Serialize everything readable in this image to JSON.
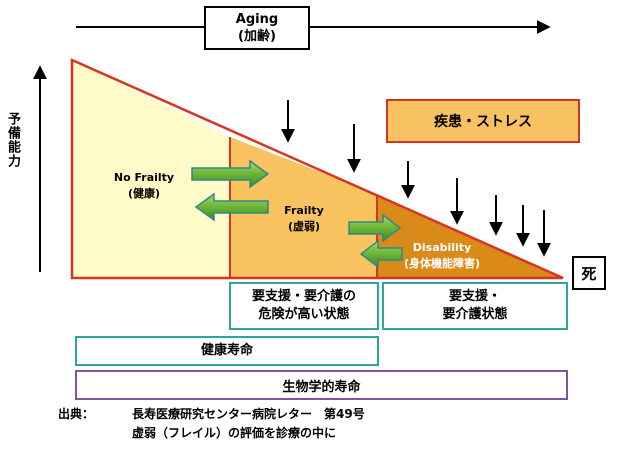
{
  "x_axis": {
    "label_en": "Aging",
    "label_ja": "(加齢)"
  },
  "y_axis": {
    "label": "予備能力"
  },
  "stages": [
    {
      "name_en": "No Frailty",
      "name_ja": "(健康)"
    },
    {
      "name_en": "Frailty",
      "name_ja": "(虚弱)"
    },
    {
      "name_en": "Disability",
      "name_ja": "(身体機能障害)"
    }
  ],
  "stressor": "疾患・ストレス",
  "death": "死",
  "status_boxes": [
    {
      "line1": "要支援・要介護の",
      "line2": "危険が高い状態"
    },
    {
      "line1": "要支援・",
      "line2": "要介護状態"
    }
  ],
  "spans": {
    "healthy_life": "健康寿命",
    "biological_life": "生物学的寿命"
  },
  "source": {
    "label": "出典：",
    "line1": "長寿医療研究センター病院レター　第49号",
    "line2": "虚弱（フレイル）の評価を診療の中に"
  },
  "colors": {
    "no_frailty_fill": "#fffbc8",
    "frailty_fill": "#f9c35f",
    "disability_fill": "#d98a19",
    "outline_red": "#d6351f",
    "arrow_green": "#7cc040",
    "teal": "#2aa89a",
    "purple": "#7c56a3"
  },
  "icons": [
    "right-transition-arrow-icon",
    "left-transition-arrow-icon",
    "down-stress-arrow-icon"
  ]
}
